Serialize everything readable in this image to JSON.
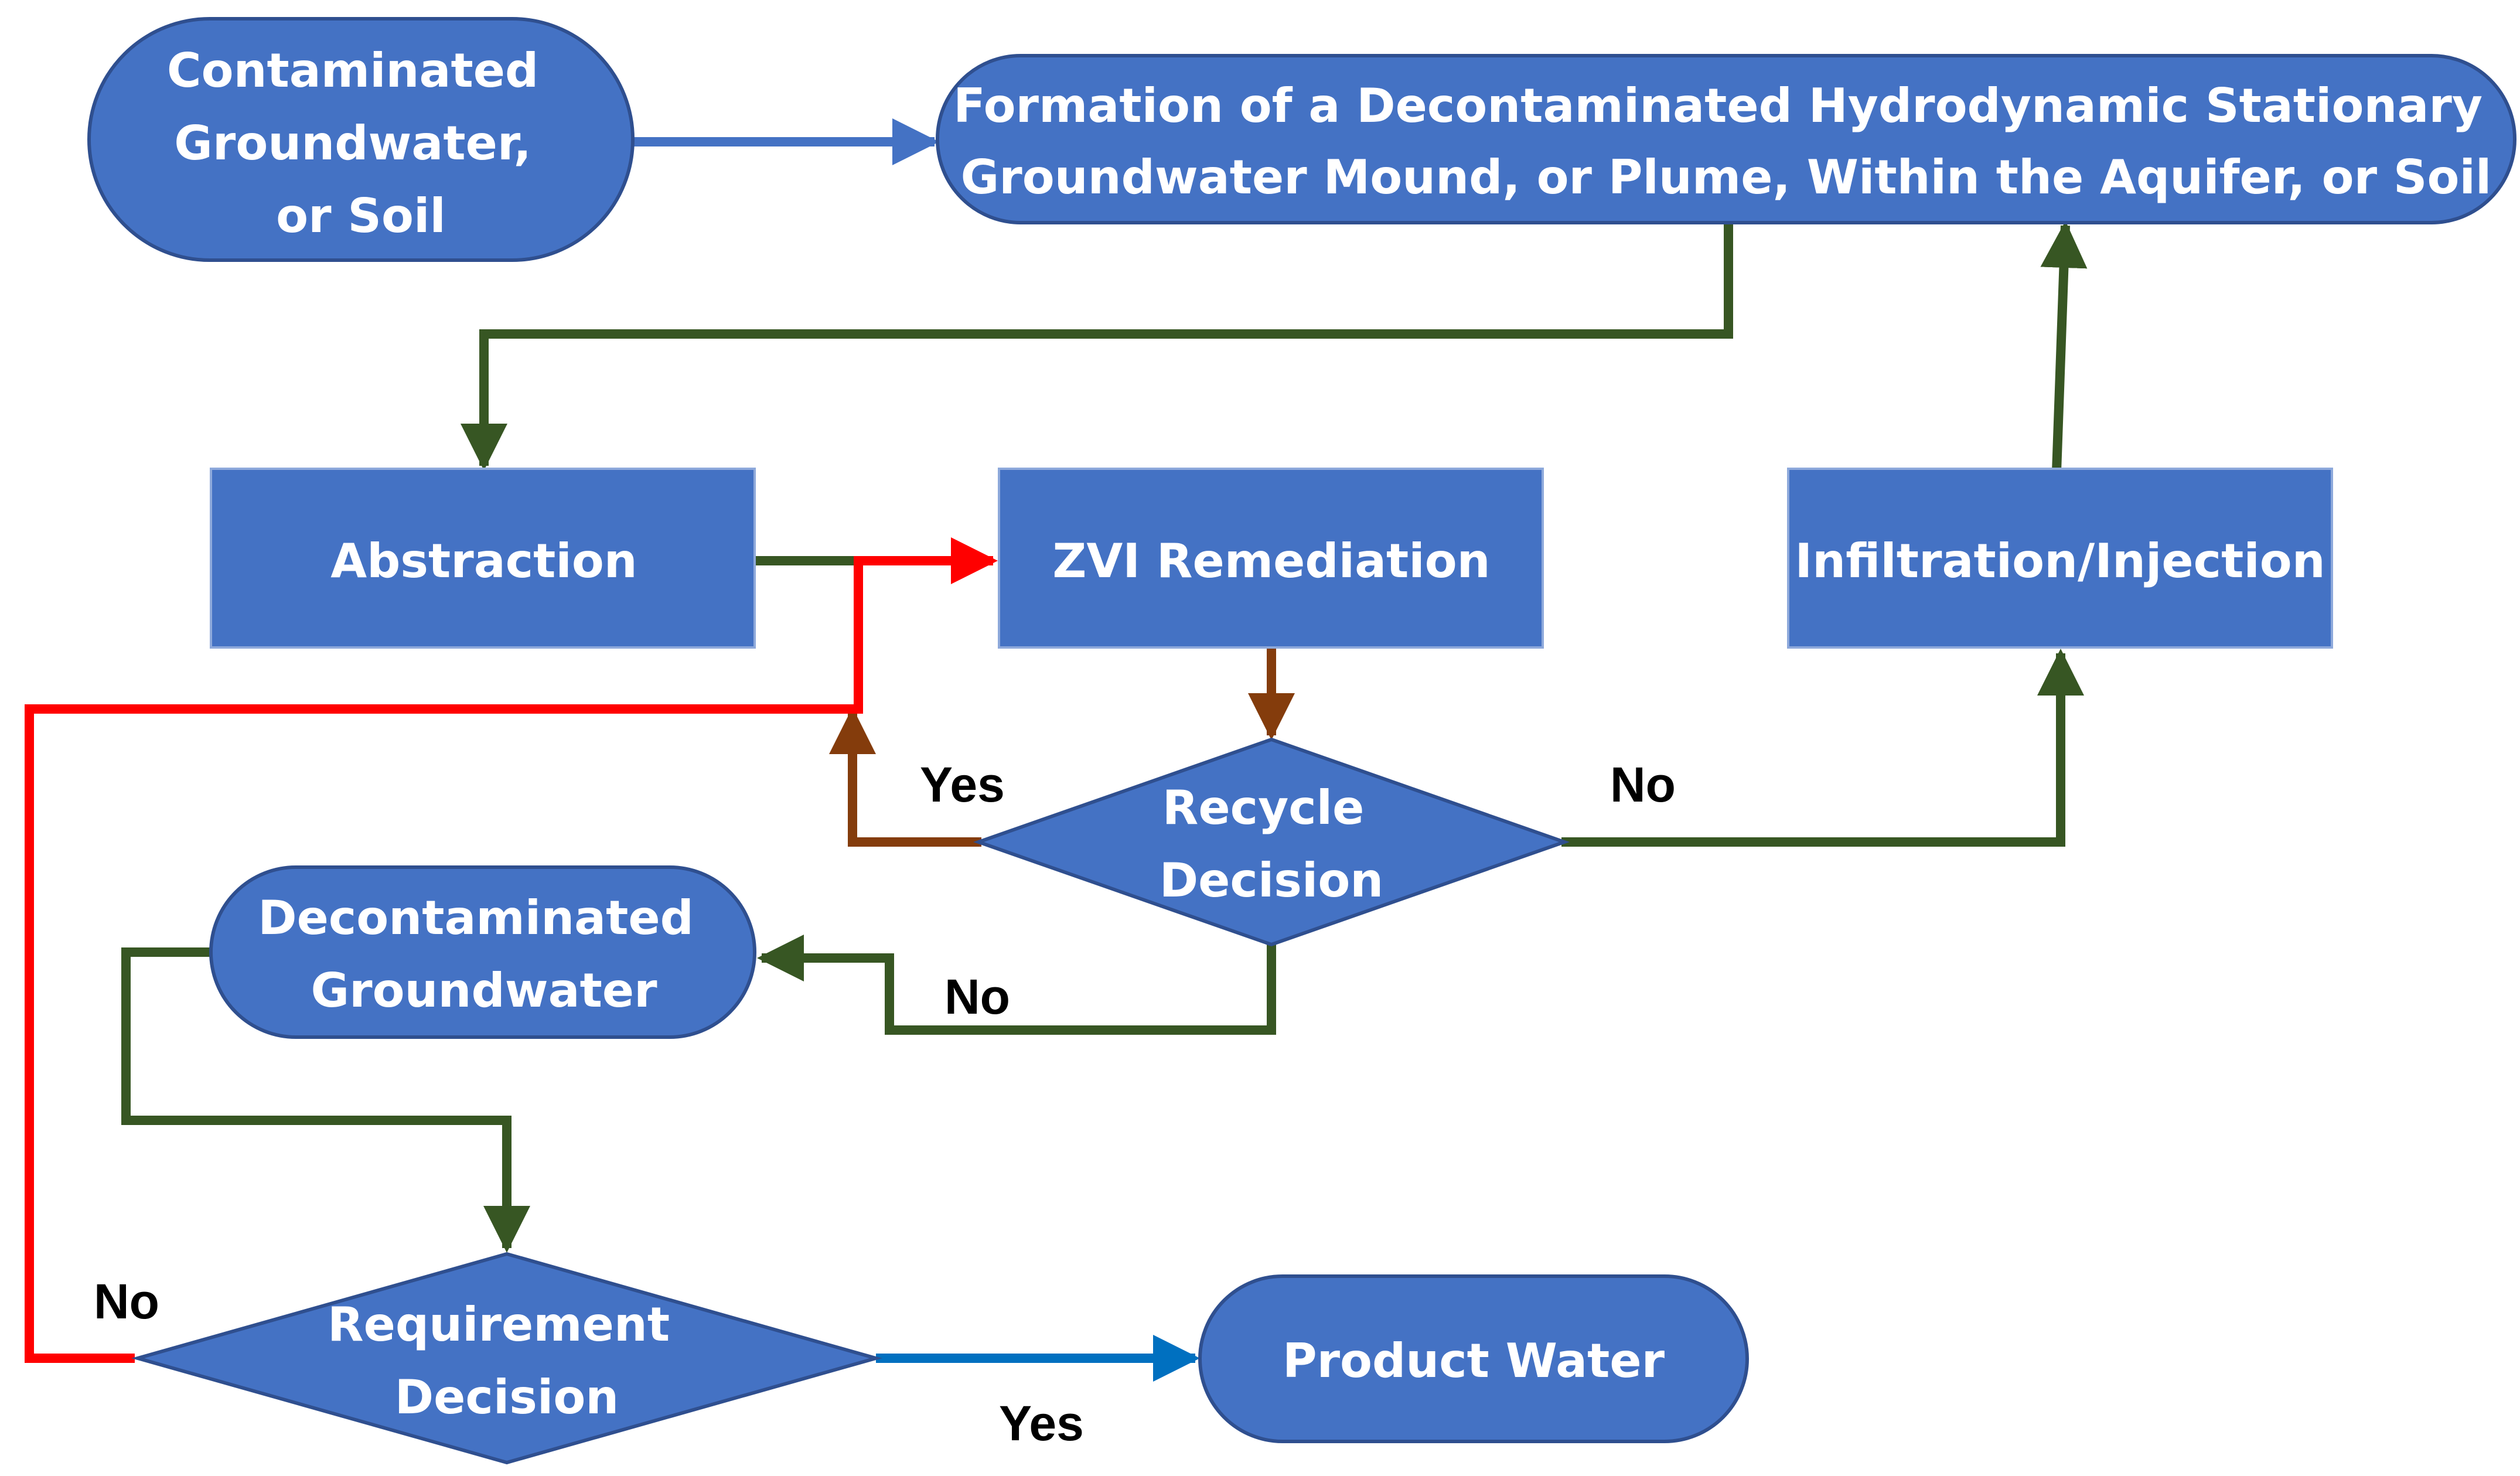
{
  "colors": {
    "node_fill": "#4472C4",
    "node_stroke": "#2F4F8F",
    "arrow_green": "#375623",
    "arrow_blue_light": "#4472C4",
    "arrow_blue": "#0070C0",
    "arrow_red": "#FF0000",
    "arrow_brown": "#843C0C",
    "label_text": "#000000",
    "node_text": "#FFFFFF"
  },
  "nodes": {
    "contaminated": {
      "lines": [
        "Contaminated",
        "Groundwater,",
        "or Soil"
      ]
    },
    "formation": {
      "lines": [
        "Formation of a Decontaminated Hydrodynamic Stationary",
        "Groundwater Mound, or Plume, Within the Aquifer, or Soil"
      ]
    },
    "abstraction": {
      "lines": [
        "Abstraction"
      ]
    },
    "zvi": {
      "lines": [
        "ZVI Remediation"
      ]
    },
    "infiltration": {
      "lines": [
        "Infiltration/Injection"
      ]
    },
    "recycle": {
      "lines": [
        "Recycle",
        "Decision"
      ]
    },
    "decontaminated": {
      "lines": [
        "Decontaminated",
        "Groundwater"
      ]
    },
    "requirement": {
      "lines": [
        "Requirement",
        "Decision"
      ]
    },
    "product": {
      "lines": [
        "Product Water"
      ]
    }
  },
  "edge_labels": {
    "recycle_yes": "Yes",
    "recycle_no_right": "No",
    "recycle_no_down": "No",
    "requirement_no": "No",
    "requirement_yes": "Yes"
  }
}
